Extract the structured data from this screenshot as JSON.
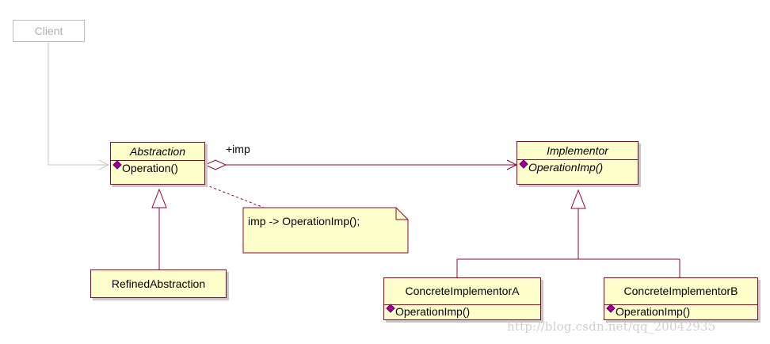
{
  "diagram": {
    "client": {
      "label": "Client"
    },
    "abstraction": {
      "name": "Abstraction",
      "operation": "Operation()"
    },
    "refined_abstraction": {
      "name": "RefinedAbstraction"
    },
    "implementor": {
      "name": "Implementor",
      "operation": "OperationImp()"
    },
    "concrete_a": {
      "name": "ConcreteImplementorA",
      "operation": "OperationImp()"
    },
    "concrete_b": {
      "name": "ConcreteImplementorB",
      "operation": "OperationImp()"
    },
    "association_role": "+imp",
    "note": "imp -> OperationImp();",
    "watermark": "http://blog.csdn.net/qq_20042935"
  },
  "colors": {
    "class_fill": "#ffffcc",
    "class_border": "#990033",
    "client_border": "#bdbdbd",
    "operation_icon": "#990099"
  }
}
